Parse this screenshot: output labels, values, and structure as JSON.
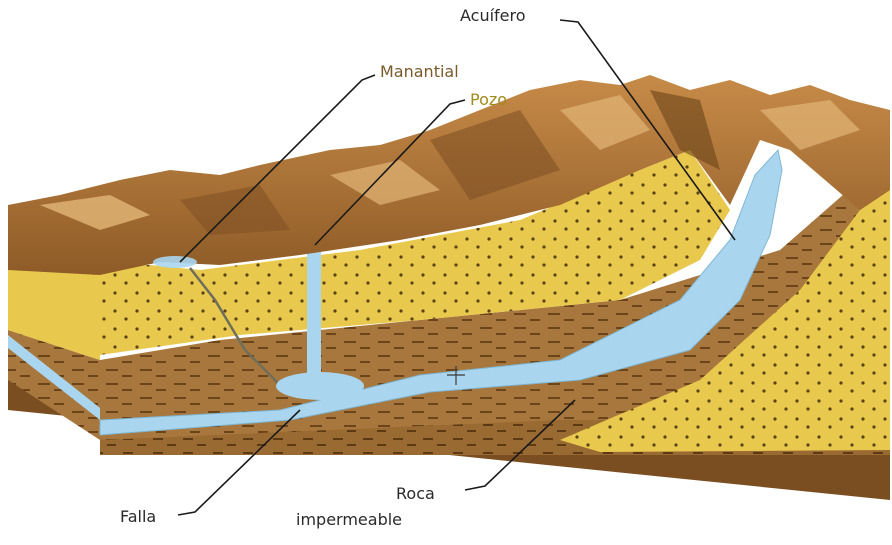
{
  "labels": {
    "acuifero": "Acuífero",
    "manantial": "Manantial",
    "pozo": "Pozo",
    "falla": "Falla",
    "roca_line1": "Roca",
    "roca_line2": "impermeable"
  },
  "colors": {
    "sand": "#e8c84a",
    "clay": "#a8773d",
    "clay_dark": "#7b4e22",
    "water": "#a9d6ee",
    "mountain": "#b07a40",
    "mountain_light": "#e2b677",
    "leader": "#1a1a1a"
  }
}
